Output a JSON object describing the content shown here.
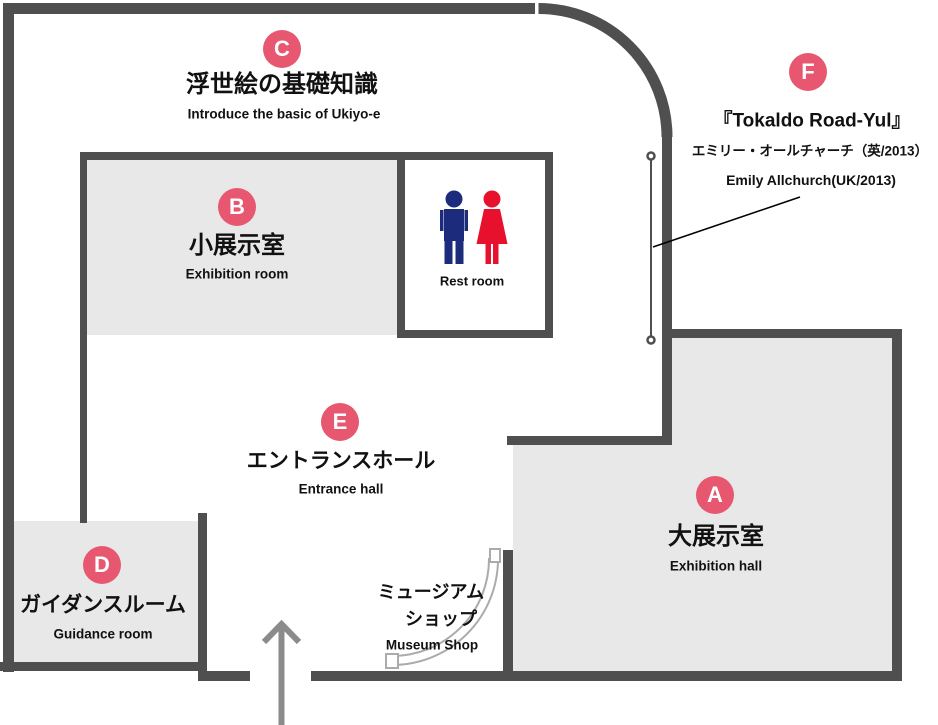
{
  "colors": {
    "wall": "#4f4f4f",
    "room-fill": "#e8e8e8",
    "marker-pink": "#e7576f",
    "male-blue": "#1d2b7d",
    "female-red": "#e8112d",
    "arrow-gray": "#8b8b8b",
    "door-arc-gray": "#ababab",
    "text": "#111111"
  },
  "rooms": {
    "a": {
      "letter": "A",
      "jp": "大展示室",
      "en": "Exhibition hall"
    },
    "b": {
      "letter": "B",
      "jp": "小展示室",
      "en": "Exhibition room"
    },
    "c": {
      "letter": "C",
      "jp": "浮世絵の基礎知識",
      "en": "Introduce the basic of Ukiyo-e"
    },
    "d": {
      "letter": "D",
      "jp": "ガイダンスルーム",
      "en": "Guidance room"
    },
    "e": {
      "letter": "E",
      "jp": "エントランスホール",
      "en": "Entrance hall"
    },
    "f": {
      "letter": "F",
      "title": "『Tokaldo Road-Yul』",
      "artist_jp": "エミリー・オールチャーチ（英/2013）",
      "artist_en": "Emily Allchurch(UK/2013)"
    }
  },
  "facilities": {
    "rest_room": {
      "label": "Rest room"
    },
    "museum_shop": {
      "jp_line1": "ミュージアム",
      "jp_line2": "ショップ",
      "en": "Museum Shop"
    }
  }
}
